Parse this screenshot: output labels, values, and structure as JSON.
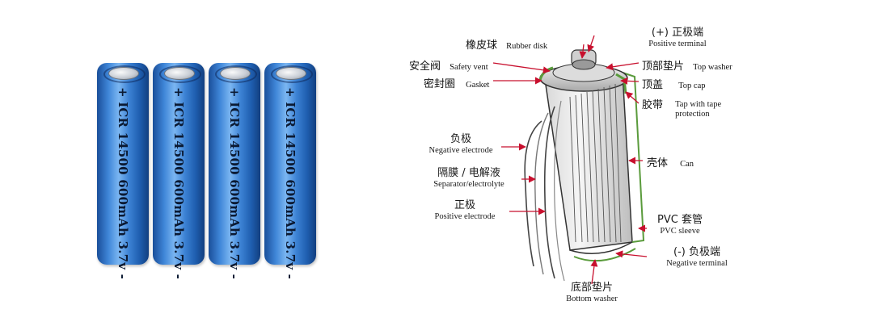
{
  "battery_label": "+ ICR 14500 600mAh 3.7v -",
  "colors": {
    "battery_blue": "#3c82d4",
    "arrow_red": "#c8102e",
    "outline": "#333333"
  },
  "diagram_labels": {
    "rubber_disk": {
      "zh": "橡皮球",
      "en": "Rubber disk"
    },
    "positive_terminal": {
      "zh": "(+) 正极端",
      "en": "Positive terminal"
    },
    "safety_vent": {
      "zh": "安全阀",
      "en": "Safety vent"
    },
    "top_washer": {
      "zh": "顶部垫片",
      "en": "Top washer"
    },
    "gasket": {
      "zh": "密封圈",
      "en": "Gasket"
    },
    "top_cap": {
      "zh": "顶盖",
      "en": "Top cap"
    },
    "tape": {
      "zh": "胶带",
      "en": "Tap with tape",
      "en2": "protection"
    },
    "negative_electrode": {
      "zh": "负极",
      "en": "Negative electrode"
    },
    "can": {
      "zh": "壳体",
      "en": "Can"
    },
    "separator": {
      "zh": "隔膜 / 电解液",
      "en": "Separator/electrolyte"
    },
    "positive_electrode": {
      "zh": "正极",
      "en": "Positive electrode"
    },
    "pvc_sleeve": {
      "zh": "PVC 套管",
      "en": "PVC sleeve"
    },
    "negative_terminal": {
      "zh": "(-) 负极端",
      "en": "Negative terminal"
    },
    "bottom_washer": {
      "zh": "底部垫片",
      "en": "Bottom washer"
    }
  }
}
